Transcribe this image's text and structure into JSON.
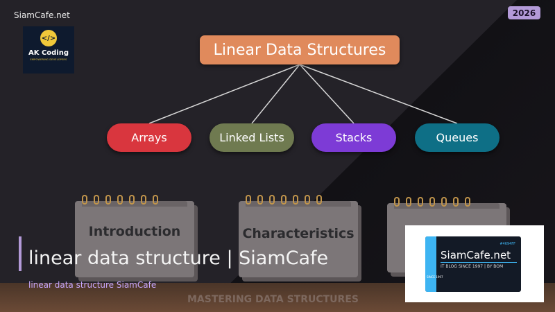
{
  "site_label": "SiamCafe.net",
  "year_badge": "2026",
  "logo": {
    "icon": "</>",
    "name": "AK Coding",
    "tagline": "EMPOWERING DEVELOPERS"
  },
  "diagram": {
    "root": "Linear Data Structures",
    "children": [
      {
        "label": "Arrays",
        "color": "#d9363e"
      },
      {
        "label": "Linked Lists",
        "color": "#6f7a50"
      },
      {
        "label": "Stacks",
        "color": "#7d3bd6"
      },
      {
        "label": "Queues",
        "color": "#0e6f86"
      }
    ]
  },
  "cards": [
    "Introduction",
    "Characteristics"
  ],
  "caption": "linear data structure | SiamCafe",
  "subcaption": "linear data structure SiamCafe",
  "footer_text": "MASTERING DATA STRUCTURES",
  "promo": {
    "title": "SiamCafe.net",
    "subtitle": "IT BLOG SINCE 1997 | BY BOM",
    "code": "#4694FF",
    "since": "SINCE 1997"
  },
  "colors": {
    "accent": "#b39ad8",
    "root": "#e08a5c",
    "card": "#7c7678"
  }
}
